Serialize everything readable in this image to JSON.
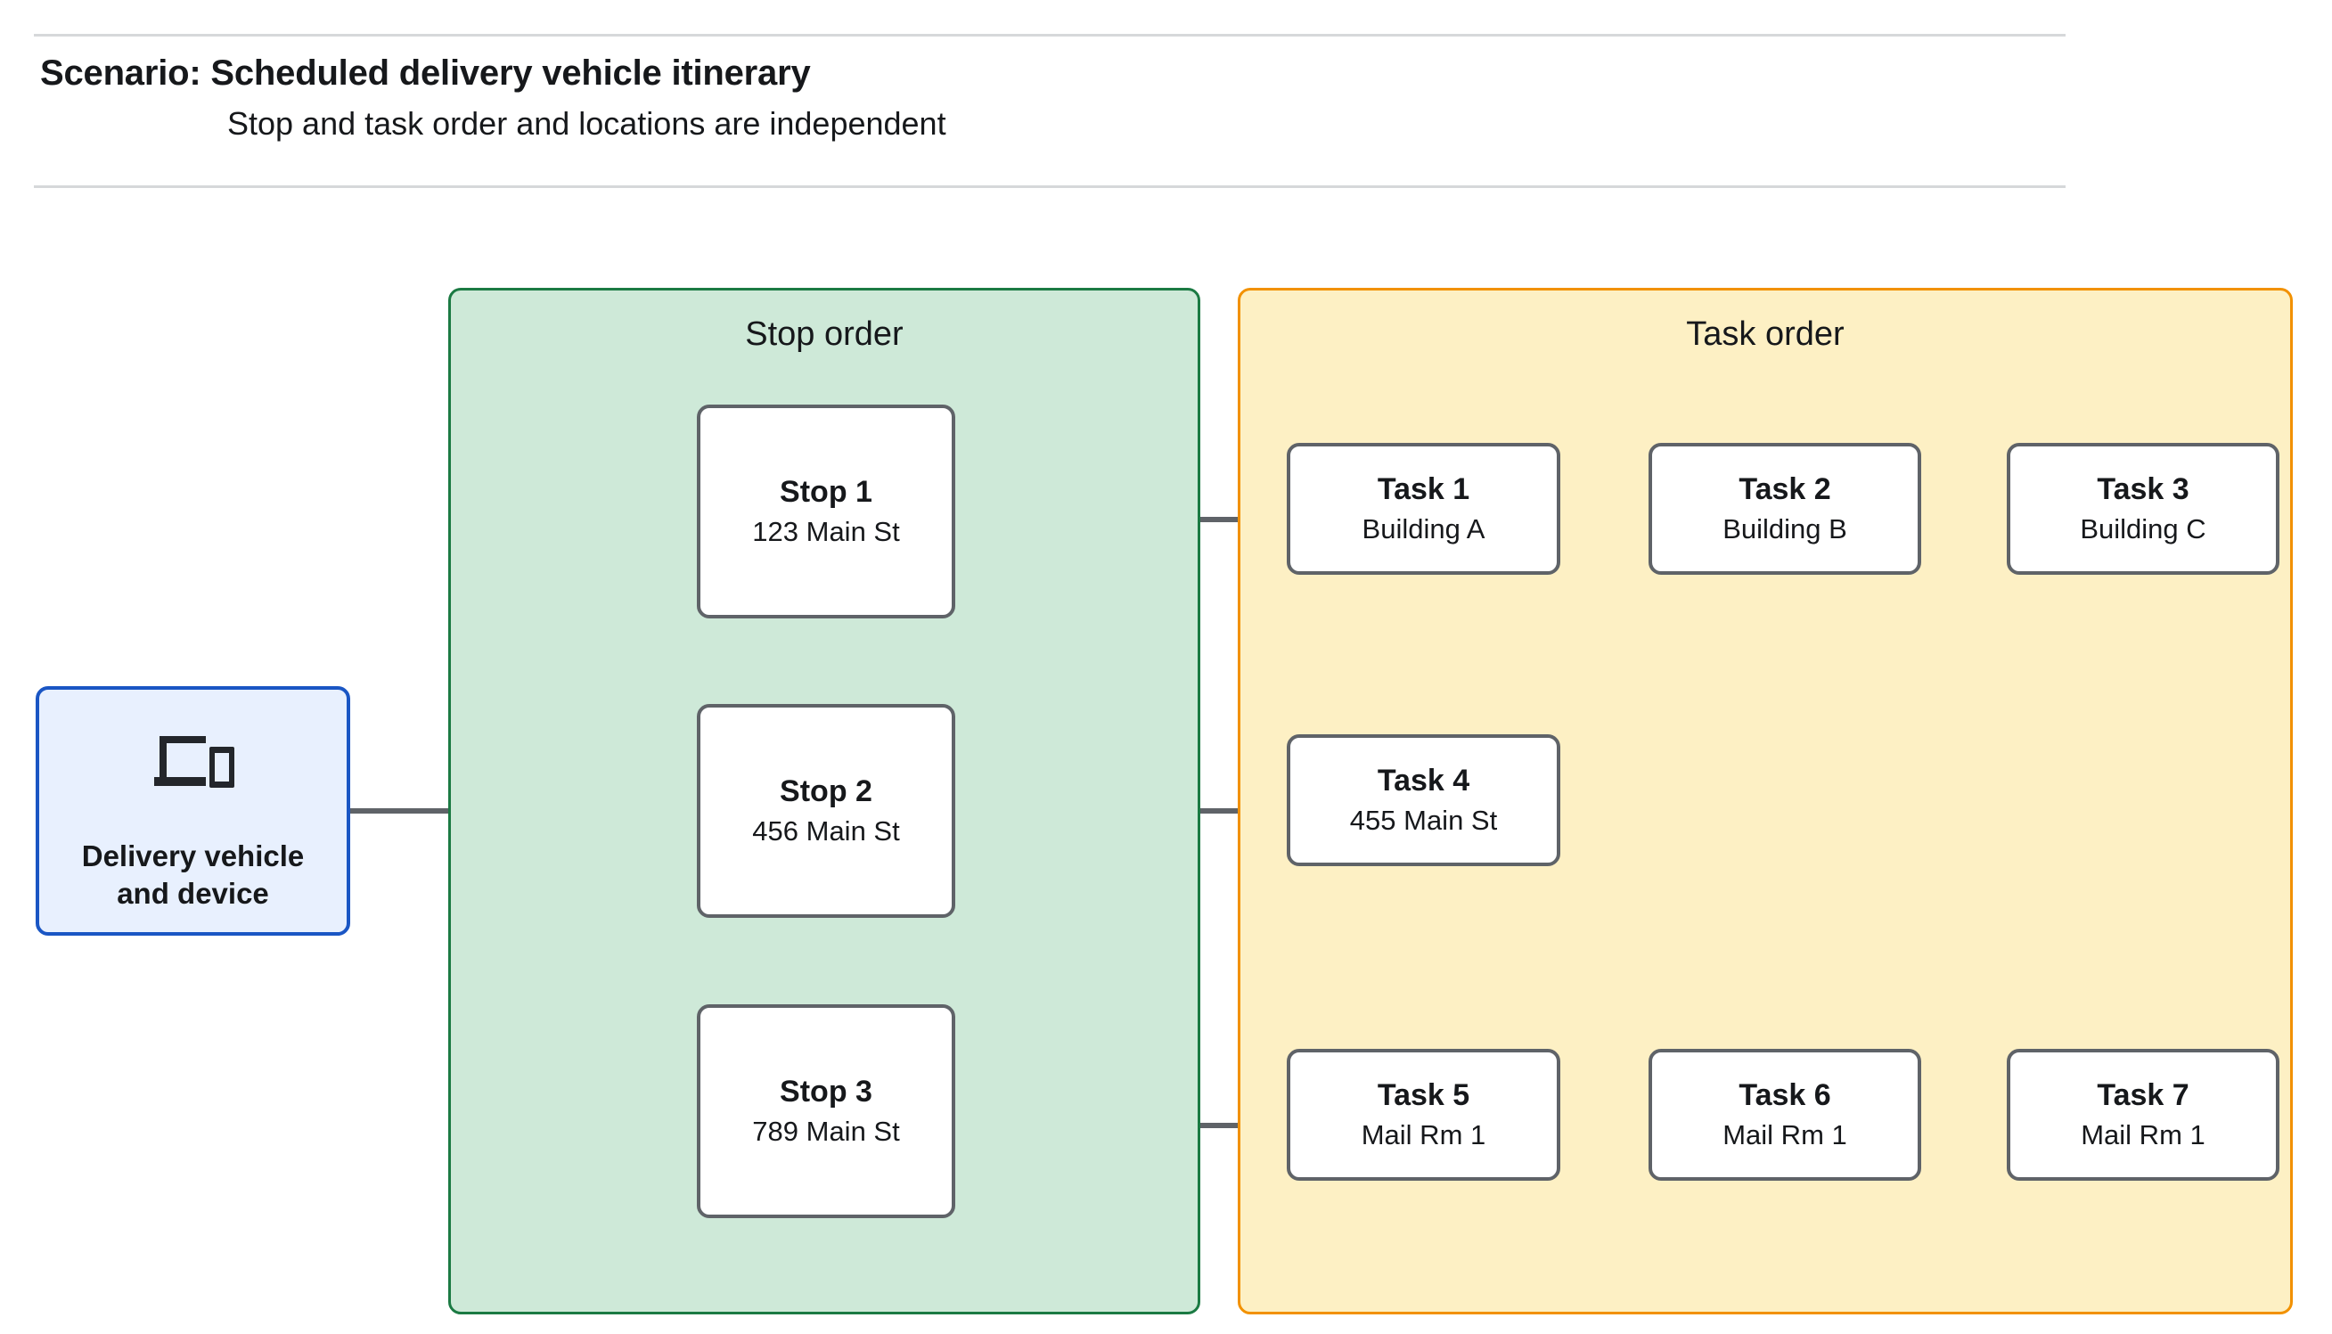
{
  "header": {
    "title": "Scenario: Scheduled delivery vehicle itinerary",
    "subtitle": "Stop and task order and locations are independent"
  },
  "vehicle": {
    "icon": "devices-icon",
    "label_line1": "Delivery vehicle",
    "label_line2": "and device"
  },
  "panels": {
    "stops": {
      "title": "Stop order",
      "fill": "#cee9d8",
      "border": "#1b7a43"
    },
    "tasks": {
      "title": "Task order",
      "fill": "#fdf0c4",
      "border": "#f29100"
    }
  },
  "stops": [
    {
      "title": "Stop 1",
      "address": "123 Main St"
    },
    {
      "title": "Stop 2",
      "address": "456 Main St"
    },
    {
      "title": "Stop 3",
      "address": "789 Main St"
    }
  ],
  "task_rows": [
    {
      "stop_ref": "Stop 1",
      "tasks": [
        {
          "title": "Task 1",
          "location": "Building A"
        },
        {
          "title": "Task 2",
          "location": "Building B"
        },
        {
          "title": "Task 3",
          "location": "Building C"
        }
      ]
    },
    {
      "stop_ref": "Stop 2",
      "tasks": [
        {
          "title": "Task 4",
          "location": "455 Main St"
        }
      ]
    },
    {
      "stop_ref": "Stop 3",
      "tasks": [
        {
          "title": "Task 5",
          "location": "Mail Rm 1"
        },
        {
          "title": "Task 6",
          "location": "Mail Rm 1"
        },
        {
          "title": "Task 7",
          "location": "Mail Rm 1"
        }
      ]
    }
  ],
  "colors": {
    "connector": "#5f6368",
    "node_border": "#5f6368",
    "node_fill": "#ffffff",
    "vehicle_fill": "#e8f0fe",
    "vehicle_border": "#1a56c4",
    "rule": "#d6d8da",
    "text": "#16181b"
  }
}
